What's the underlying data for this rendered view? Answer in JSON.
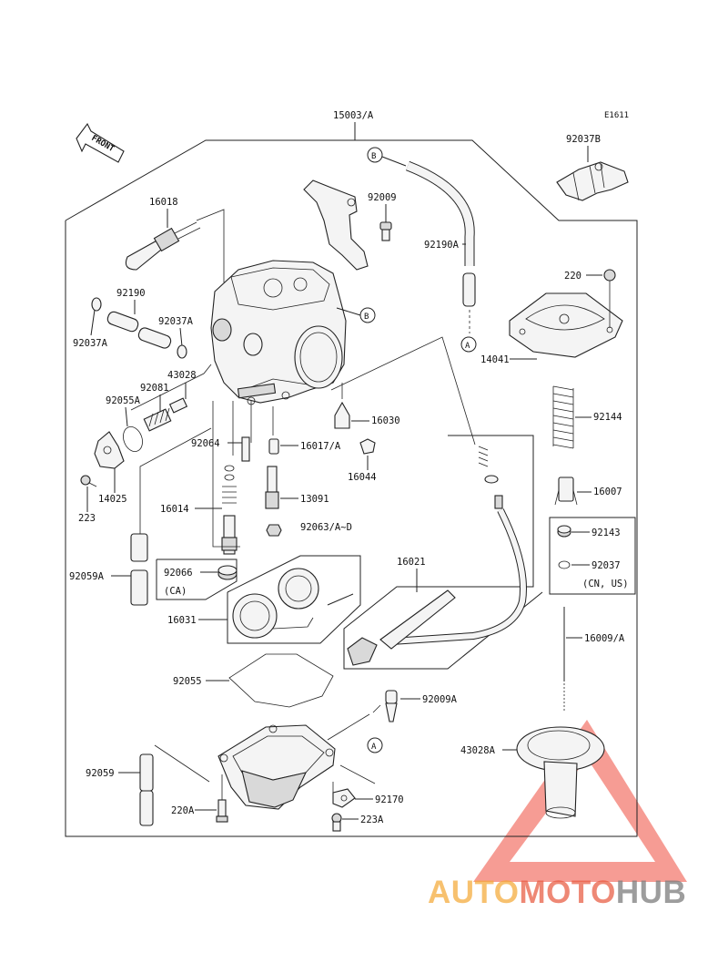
{
  "image_code": "E1611",
  "front_label": "FRONT",
  "callouts": {
    "b1": "B",
    "b2": "B",
    "a1": "A",
    "a2": "A"
  },
  "parts": {
    "p15003": "15003/A",
    "p92037b": "92037B",
    "p92009": "92009",
    "p92190a": "92190A",
    "p16018": "16018",
    "p92190": "92190",
    "p92037a_left": "92037A",
    "p92037a": "92037A",
    "p43028": "43028",
    "p92081": "92081",
    "p92055a": "92055A",
    "p220": "220",
    "p14041": "14041",
    "p92144": "92144",
    "p16030": "16030",
    "p16017a": "16017/A",
    "p16044": "16044",
    "p92064": "92064",
    "p14025": "14025",
    "p223": "223",
    "p16007": "16007",
    "p13091": "13091",
    "p16014": "16014",
    "p92063": "92063/A~D",
    "p92143": "92143",
    "p92037": "92037",
    "p92037_note": "(CN, US)",
    "p16021": "16021",
    "p92059a": "92059A",
    "p92066": "92066",
    "p92066_note": "(CA)",
    "p16009a": "16009/A",
    "p16031": "16031",
    "p92055": "92055",
    "p92009a": "92009A",
    "p43028a": "43028A",
    "p92059": "92059",
    "p92170": "92170",
    "p220a": "220A",
    "p223a": "223A"
  },
  "watermark": {
    "part1": "AUTO",
    "part2": "MOTO",
    "part3": "HUB",
    "color1": "#f5a733",
    "color2": "#e8573c",
    "color3": "#8a8a8a"
  }
}
